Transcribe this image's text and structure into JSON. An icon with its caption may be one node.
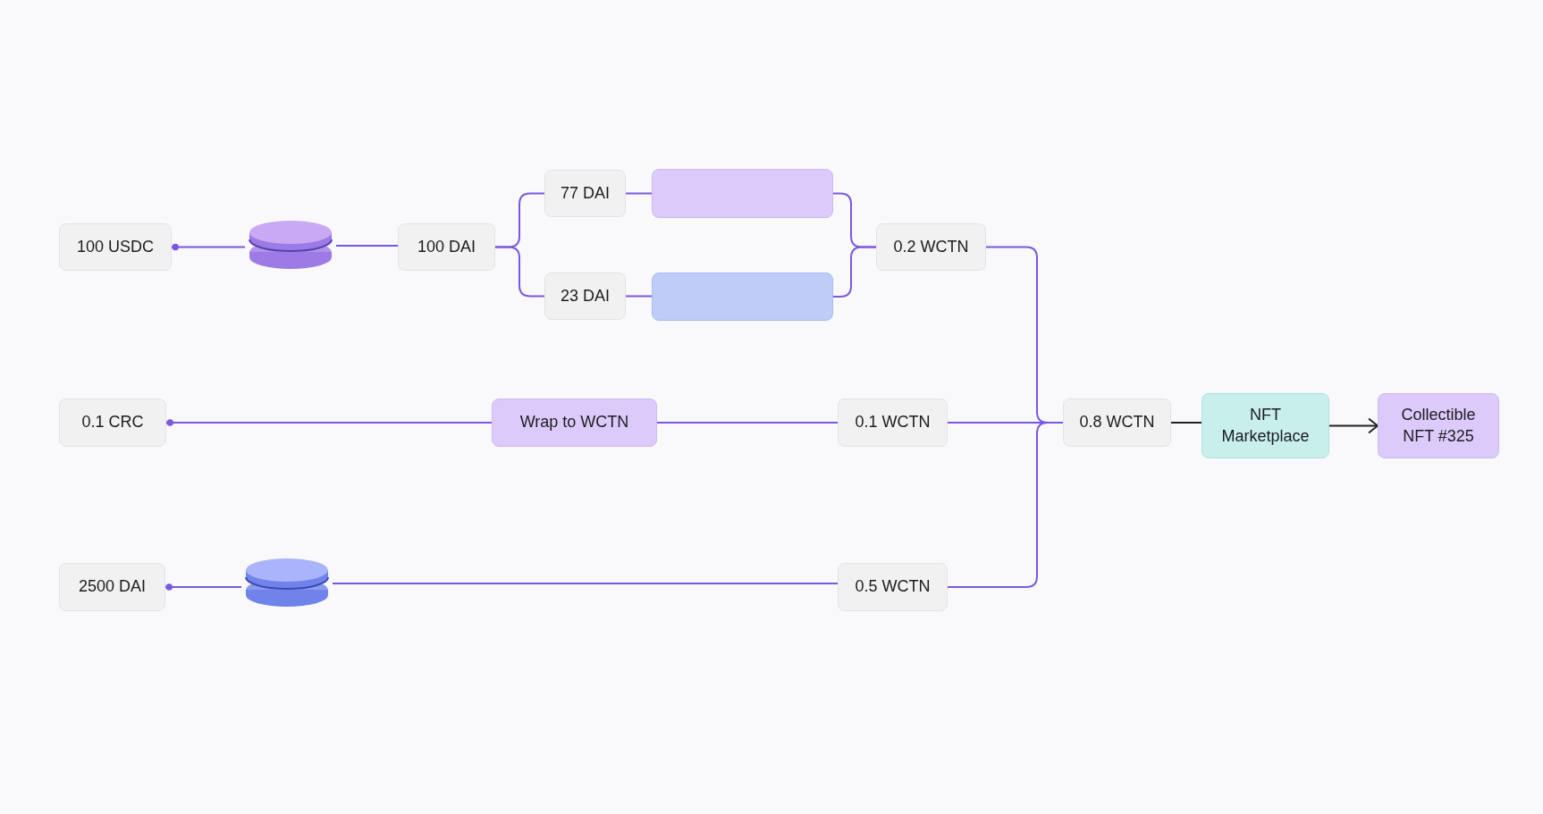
{
  "diagram": {
    "nodes": [
      {
        "text": [
          "100 USDC"
        ]
      },
      {
        "text": [],
        "shape": "cylinder"
      },
      {
        "text": [
          "100 DAI"
        ]
      },
      {
        "text": [
          "77 DAI"
        ]
      },
      {
        "text": [],
        "shape": "box"
      },
      {
        "text": [
          "23 DAI"
        ]
      },
      {
        "text": [],
        "shape": "box"
      },
      {
        "text": [
          "0.2 WCTN"
        ]
      },
      {
        "text": [
          "0.1 CRC"
        ]
      },
      {
        "text": [
          "Wrap to WCTN"
        ]
      },
      {
        "text": [
          "0.1 WCTN"
        ]
      },
      {
        "text": [
          "0.8 WCTN"
        ]
      },
      {
        "text": [
          "NFT Marketplace"
        ]
      },
      {
        "text": [
          "Collectible NFT #325"
        ]
      },
      {
        "text": [
          "2500 DAI"
        ]
      },
      {
        "text": [],
        "shape": "cylinder"
      },
      {
        "text": [
          "0.5 WCTN"
        ]
      }
    ],
    "edges": [
      {
        "from": 0,
        "to": 1,
        "arrow": "other"
      },
      {
        "from": 1,
        "to": 2,
        "arrow": "none"
      },
      {
        "from": 2,
        "to": 3,
        "arrow": "none"
      },
      {
        "from": 2,
        "to": 5,
        "arrow": "none"
      },
      {
        "from": 3,
        "to": 4,
        "arrow": "none"
      },
      {
        "from": 5,
        "to": 6,
        "arrow": "none"
      },
      {
        "from": 4,
        "to": 7,
        "arrow": "none"
      },
      {
        "from": 6,
        "to": 7,
        "arrow": "none"
      },
      {
        "from": 7,
        "to": 11,
        "arrow": "none"
      },
      {
        "from": 8,
        "to": 9,
        "arrow": "other"
      },
      {
        "from": 9,
        "to": 10,
        "arrow": "none"
      },
      {
        "from": 10,
        "to": 11,
        "arrow": "none"
      },
      {
        "from": 14,
        "to": 15,
        "arrow": "other"
      },
      {
        "from": 15,
        "to": 16,
        "arrow": "none"
      },
      {
        "from": 16,
        "to": 11,
        "arrow": "none"
      },
      {
        "from": 11,
        "to": 12,
        "arrow": "none",
        "color": "#222222"
      },
      {
        "from": 12,
        "to": 13,
        "arrow": "to",
        "color": "#222222"
      }
    ]
  }
}
